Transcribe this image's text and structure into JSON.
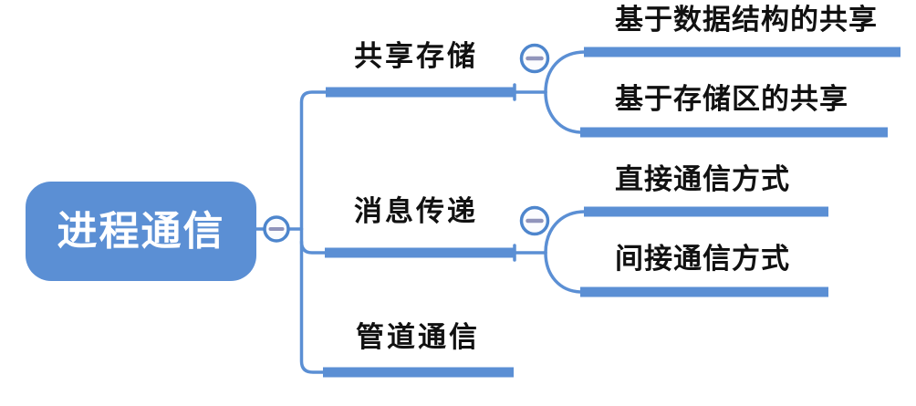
{
  "mindmap": {
    "root": {
      "label": "进程通信"
    },
    "branches": [
      {
        "label": "共享存储",
        "children": [
          {
            "label": "基于数据结构的共享"
          },
          {
            "label": "基于存储区的共享"
          }
        ]
      },
      {
        "label": "消息传递",
        "children": [
          {
            "label": "直接通信方式"
          },
          {
            "label": "间接通信方式"
          }
        ]
      },
      {
        "label": "管道通信",
        "children": []
      }
    ],
    "collapse_buttons": [
      {
        "at": "root",
        "icon": "minus-circle-icon",
        "state": "expanded"
      },
      {
        "at": "共享存储",
        "icon": "minus-circle-icon",
        "state": "expanded"
      },
      {
        "at": "消息传递",
        "icon": "minus-circle-icon",
        "state": "expanded"
      }
    ]
  },
  "colors": {
    "branch_blue": "#5B8FD4",
    "collapse_ring": "#4E86CD",
    "collapse_minus": "#9094BB",
    "circle_fill": "#FBFCFE",
    "root_text": "#FFFFFF",
    "label_text": "#111111",
    "background": "#FFFFFF"
  }
}
